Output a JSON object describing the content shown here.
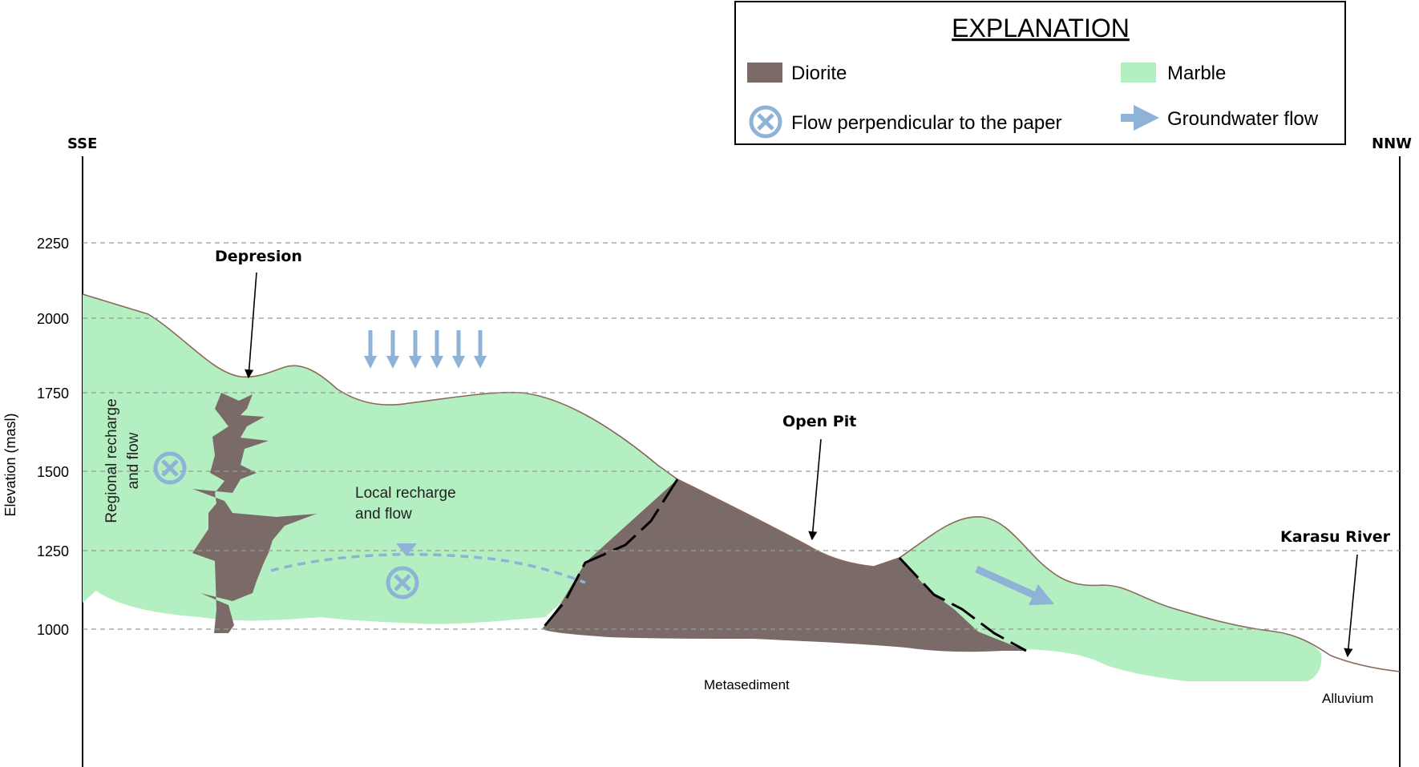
{
  "legend": {
    "title": "EXPLANATION",
    "items": {
      "diorite": {
        "label": "Diorite",
        "color": "#7b6b68"
      },
      "marble": {
        "label": "Marble",
        "color": "#b4efc2"
      },
      "flow_perpendicular": {
        "label": "Flow perpendicular to the paper",
        "icon": "circle-cross-icon"
      },
      "groundwater_flow": {
        "label": "Groundwater flow",
        "icon": "arrow-right-icon"
      }
    }
  },
  "section": {
    "left_direction": "SSE",
    "right_direction": "NNW",
    "y_axis_label": "Elevation (masl)",
    "elevation_ticks": [
      "2250",
      "2000",
      "1750",
      "1500",
      "1250",
      "1000"
    ]
  },
  "labels": {
    "depresion": "Depresion",
    "open_pit": "Open Pit",
    "karasu_river": "Karasu River",
    "regional_line1": "Regional recharge",
    "regional_line2": "and flow",
    "local_line1": "Local recharge",
    "local_line2": "and flow",
    "metasediment": "Metasediment",
    "alluvium": "Alluvium"
  },
  "colors": {
    "marble": "#b4efc2",
    "diorite": "#7b6b68",
    "arrow": "#8fb3d6",
    "surface_line": "#8a6a5a",
    "grid": "#999999"
  }
}
